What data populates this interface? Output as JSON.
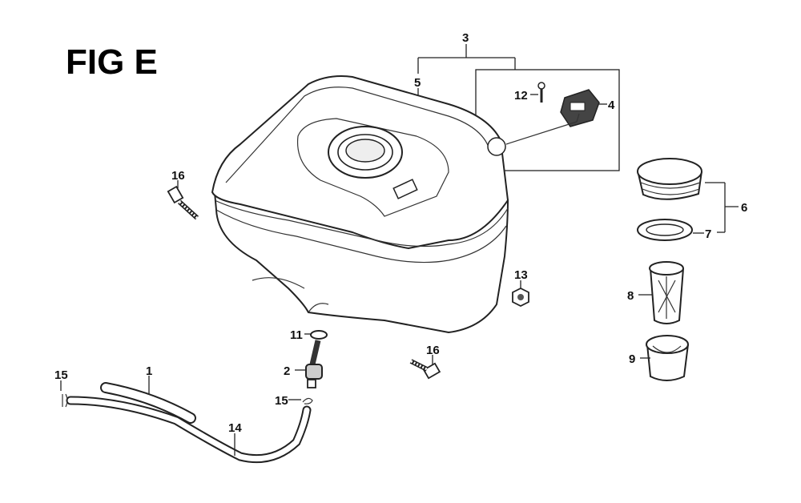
{
  "figure": {
    "title": "FIG E",
    "callouts": {
      "hose_1": "1",
      "fuel_cock_2": "2",
      "cap_assembly_3": "3",
      "gauge_4": "4",
      "tank_5": "5",
      "cap_6": "6",
      "gasket_7": "7",
      "strainer_8": "8",
      "cup_9": "9",
      "washer_11": "11",
      "screw_12": "12",
      "nut_13": "13",
      "tube_14": "14",
      "clip_15_left": "15",
      "clip_15_right": "15",
      "bolt_16_upper": "16",
      "bolt_16_lower": "16"
    }
  }
}
